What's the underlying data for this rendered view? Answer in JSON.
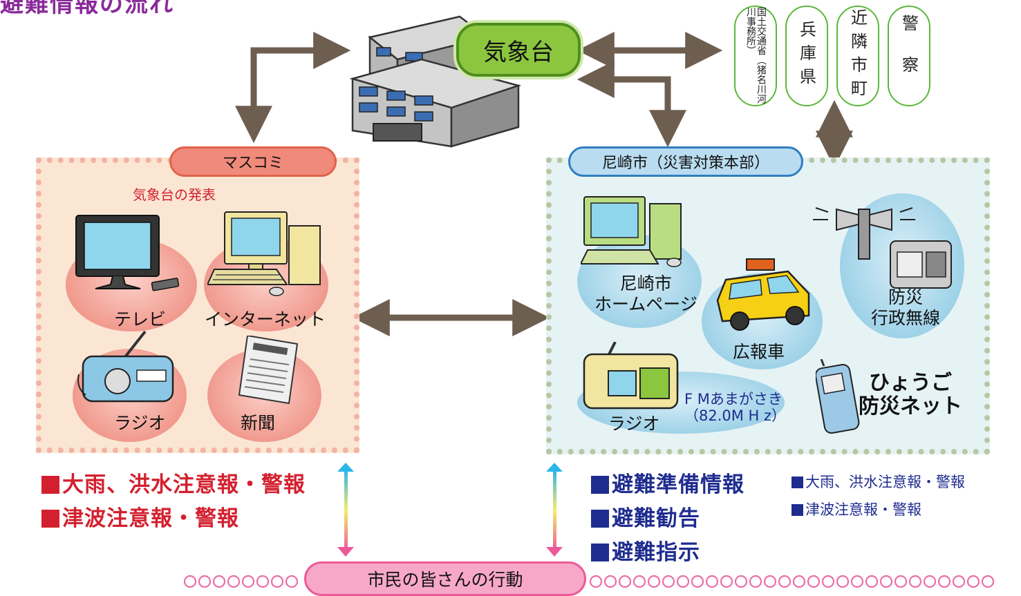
{
  "header_fragment": "避難情報の流れ",
  "center_node": {
    "label": "気象台"
  },
  "agencies": [
    {
      "label": "国土交通省（猪名川河川事務所）"
    },
    {
      "label": "兵庫県"
    },
    {
      "label": "近隣市町"
    },
    {
      "label": "警察"
    }
  ],
  "mass_media": {
    "title": "マスコミ",
    "subtitle": "気象台の発表",
    "items": [
      "テレビ",
      "インターネット",
      "ラジオ",
      "新聞"
    ]
  },
  "city": {
    "title": "尼崎市（災害対策本部）",
    "homepage": "尼崎市\nホームページ",
    "pr_car": "広報車",
    "radio_system": "防災\n行政無線",
    "radio": "ラジオ",
    "fm": "F Mあまがさき\n（82.0M H z）",
    "hyogo_net": "ひょうご\n防災ネット"
  },
  "left_notices": [
    "大雨、洪水注意報・警報",
    "津波注意報・警報"
  ],
  "right_notices_big": [
    "避難準備情報",
    "避難勧告",
    "避難指示"
  ],
  "right_notices_small": [
    "大雨、洪水注意報・警報",
    "津波注意報・警報"
  ],
  "footer": {
    "label": "市民の皆さんの行動"
  },
  "colors": {
    "arrow": "#6e5e50",
    "center_green": "#8cc63f",
    "mass_media_pink": "#f08a7b",
    "city_blue": "#b9dcf0",
    "notice_red": "#d3202f",
    "notice_navy": "#1e2c8f"
  }
}
